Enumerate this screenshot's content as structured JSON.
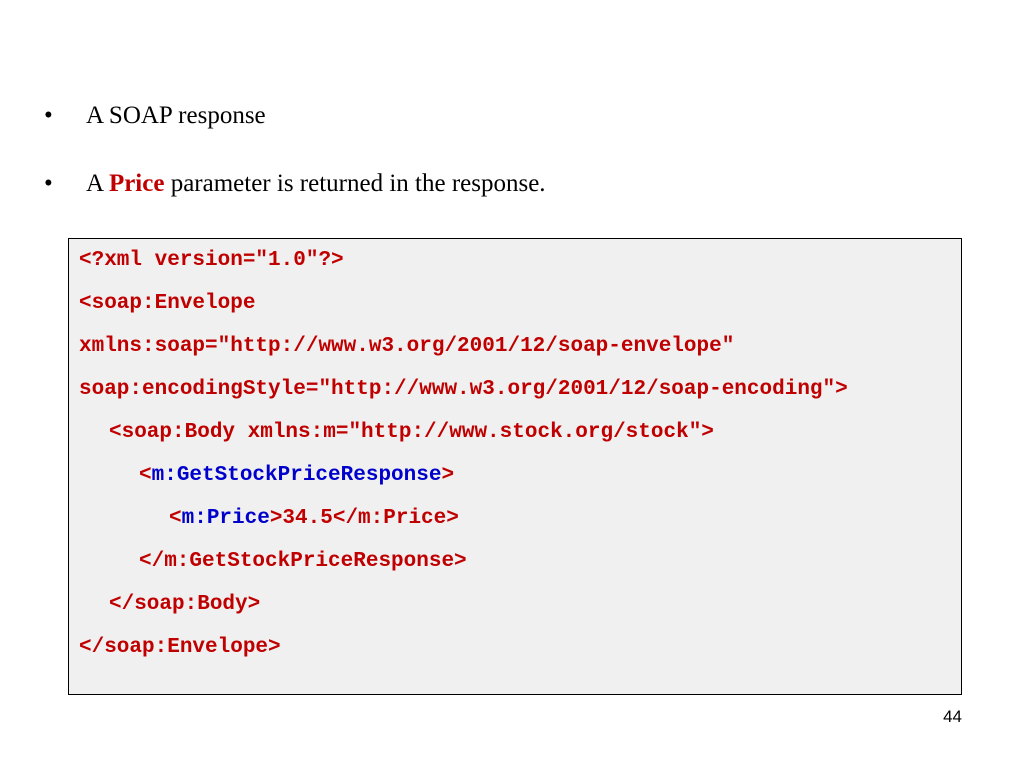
{
  "bullets": [
    {
      "dot": "•",
      "text": "A SOAP response"
    },
    {
      "dot": "•",
      "pre": "A ",
      "keyword": "Price",
      "post": " parameter is returned in the response."
    }
  ],
  "code": {
    "line1": "<?xml version=\"1.0\"?>",
    "line2": "<soap:Envelope",
    "line3": "xmlns:soap=\"http://www.w3.org/2001/12/soap-envelope\"",
    "line4": "soap:encodingStyle=\"http://www.w3.org/2001/12/soap-encoding\">",
    "line5": "<soap:Body xmlns:m=\"http://www.stock.org/stock\">",
    "line6": {
      "open": "<",
      "tag": "m:GetStockPriceResponse",
      "close": ">"
    },
    "line7": {
      "open": "<",
      "tag": "m:Price",
      "close_and_value": ">34.5</m:Price>"
    },
    "line8": "</m:GetStockPriceResponse>",
    "line9": "</soap:Body>",
    "line10": "</soap:Envelope>"
  },
  "colors": {
    "code_text": "#c00000",
    "code_tag_highlight": "#0000cc",
    "code_background": "#f0f0f0",
    "keyword": "#c00000"
  },
  "page_number": "44"
}
